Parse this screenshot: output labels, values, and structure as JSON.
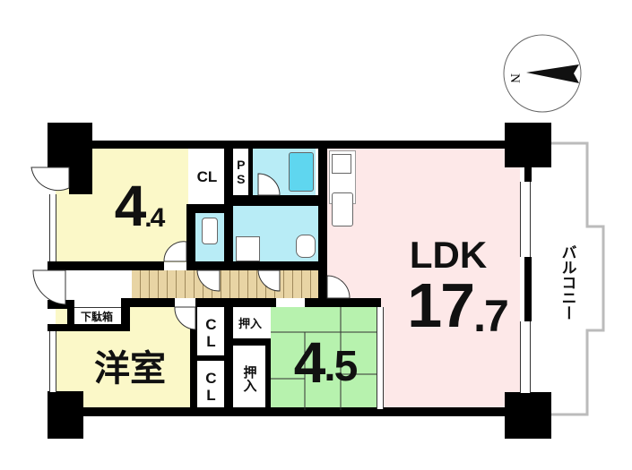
{
  "rooms": {
    "western1": {
      "size_int": "4",
      "size_dec": ".4"
    },
    "western2": {
      "label": "洋室"
    },
    "japanese": {
      "size_int": "4",
      "size_dec": ".5"
    },
    "ldk": {
      "label": "LDK",
      "size_int": "17",
      "size_dec": ".7"
    }
  },
  "storage": {
    "cl_upper": "CL",
    "ps": "PS",
    "cl_lower1": "CL",
    "cl_lower2": "CL",
    "oshiire1": "押入",
    "oshiire2": "押入",
    "shoe_box": "下駄箱"
  },
  "balcony": {
    "label": "バルコニー"
  },
  "compass": {
    "north_label": "N"
  },
  "colors": {
    "western": "#fbf8c8",
    "wet": "#b8ecf6",
    "ldk": "#fde8e8",
    "japanese": "#b7f2ae",
    "corridor": "#e8d4a4"
  }
}
